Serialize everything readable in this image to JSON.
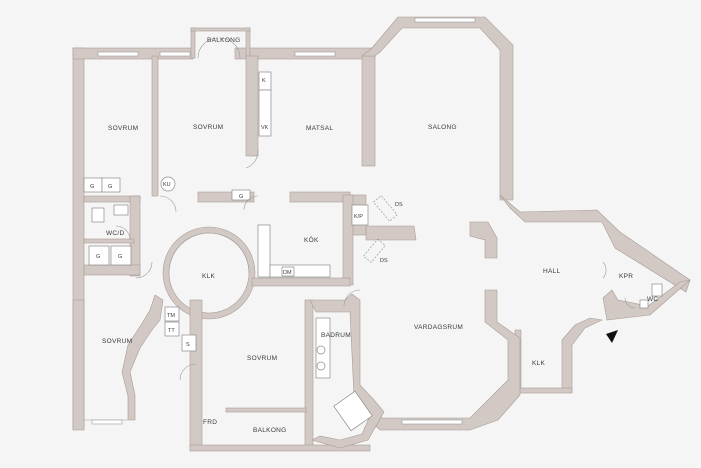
{
  "rooms": {
    "balkong_top": "BALKONG",
    "sovrum_left": "SOVRUM",
    "sovrum_mid": "SOVRUM",
    "matsal": "MATSAL",
    "salong": "SALONG",
    "wcd": "WC/D",
    "kok": "KÖK",
    "klk_round": "KLK",
    "hall": "HALL",
    "kpr": "KPR",
    "wc": "WC",
    "sovrum_lower_left": "SOVRUM",
    "sovrum_lower": "SOVRUM",
    "badrum": "BADRUM",
    "vardagsrum": "VARDAGSRUM",
    "klk_small": "KLK",
    "frd": "FRD",
    "balkong_bottom": "BALKONG"
  },
  "fixtures": {
    "g1": "G",
    "g2": "G",
    "g3": "G",
    "g4": "G",
    "g5": "G",
    "ku": "KU",
    "k": "K",
    "vk": "VK",
    "kp": "K/P",
    "ds1": "DS",
    "ds2": "DS",
    "dm": "DM",
    "tm": "TM",
    "tt": "TT",
    "s": "S"
  },
  "colors": {
    "wall": "#d2c9c4",
    "background": "#f5f5f5",
    "entrance_marker": "#111111"
  }
}
